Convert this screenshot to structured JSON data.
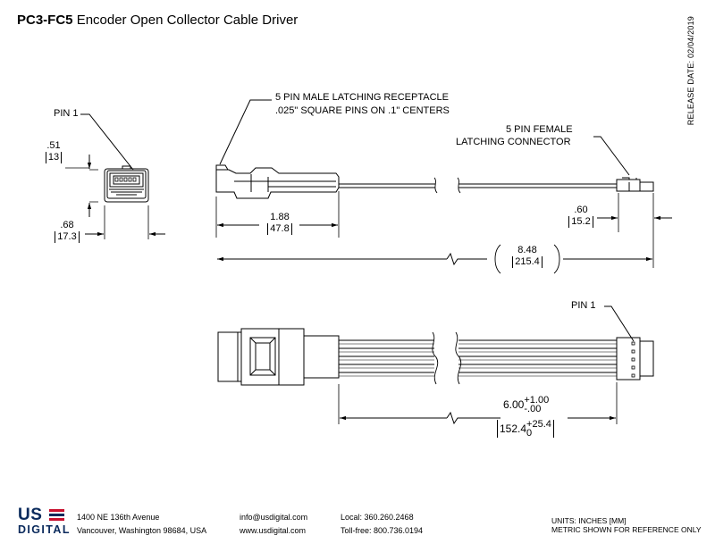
{
  "title": {
    "part_number": "PC3-FC5",
    "description": "Encoder Open Collector Cable Driver"
  },
  "release_date": "RELEASE DATE: 02/04/2019",
  "callouts": {
    "pin1_top": "PIN 1",
    "receptacle_line1": "5 PIN MALE LATCHING RECEPTACLE",
    "receptacle_line2": ".025\" SQUARE PINS ON .1\" CENTERS",
    "female_line1": "5 PIN FEMALE",
    "female_line2": "LATCHING CONNECTOR",
    "pin1_bottom": "PIN 1"
  },
  "dimensions": {
    "height_in": ".51",
    "height_mm": "13",
    "width_in": ".68",
    "width_mm": "17.3",
    "body_len_in": "1.88",
    "body_len_mm": "47.8",
    "conn_len_in": ".60",
    "conn_len_mm": "15.2",
    "total_in": "8.48",
    "total_mm": "215.4",
    "cable_in": "6.00",
    "cable_in_plus": "+1.00",
    "cable_in_minus": "-.00",
    "cable_mm": "152.4",
    "cable_mm_plus": "+25.4",
    "cable_mm_minus": "0"
  },
  "footer": {
    "logo_top": "US",
    "logo_bottom": "DIGITAL",
    "address_line1": "1400 NE 136th Avenue",
    "address_line2": "Vancouver, Washington 98684, USA",
    "email": "info@usdigital.com",
    "website": "www.usdigital.com",
    "local": "Local: 360.260.2468",
    "tollfree": "Toll-free: 800.736.0194",
    "units_line1": "UNITS: INCHES [MM]",
    "units_line2": "METRIC SHOWN FOR REFERENCE ONLY"
  },
  "colors": {
    "logo_blue": "#0a2a5c",
    "logo_red": "#c8102e"
  }
}
